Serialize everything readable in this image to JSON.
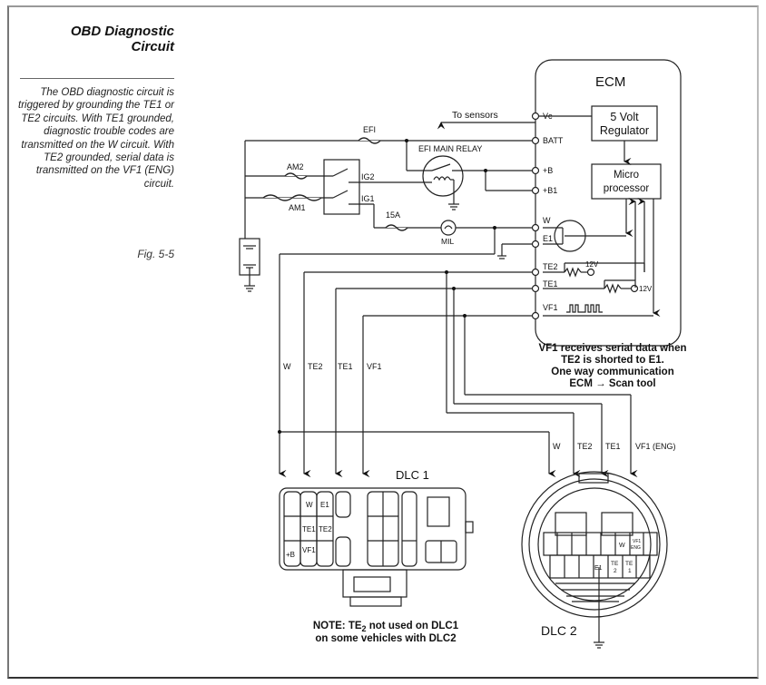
{
  "sidebar": {
    "title_line1": "OBD Diagnostic",
    "title_line2": "Circuit",
    "description": "The OBD diagnostic circuit is triggered by grounding the TE1 or TE2 circuits. With TE1 grounded, diagnostic trouble codes are transmitted on the W circuit. With TE2 grounded, serial data is transmitted on the VF1 (ENG) circuit.",
    "figure_label": "Fig. 5-5"
  },
  "ecm": {
    "title": "ECM",
    "regulator_line1": "5 Volt",
    "regulator_line2": "Regulator",
    "micro_line1": "Micro",
    "micro_line2": "processor",
    "pins": [
      "Vc",
      "BATT",
      "+B",
      "+B1",
      "W",
      "E1",
      "TE2",
      "TE1",
      "VF1"
    ],
    "pullup_te2": "12V",
    "pullup_te1": "12V"
  },
  "circuit": {
    "to_sensors": "To sensors",
    "efi_fuse": "EFI",
    "efi_relay": "EFI  MAIN RELAY",
    "am2": "AM2",
    "am1": "AM1",
    "ig2": "IG2",
    "ig1": "IG1",
    "fuse_15a": "15A",
    "mil": "MIL"
  },
  "vf1_note": {
    "line1": "VF1 receives serial data when",
    "line2": "TE2 is shorted to E1.",
    "line3": "One way communication",
    "line4": "ECM → Scan tool"
  },
  "wire_labels_dlc1": [
    "W",
    "TE2",
    "TE1",
    "VF1"
  ],
  "wire_labels_dlc2": [
    "W",
    "TE2",
    "TE1",
    "VF1 (ENG)"
  ],
  "dlc1": {
    "title": "DLC 1",
    "pins": {
      "w": "W",
      "e1": "E1",
      "te1": "TE1",
      "te2": "TE2",
      "vf1": "VF1",
      "plus_b": "+B"
    },
    "note_line1_a": "NOTE: TE",
    "note_line1_sub": "2",
    "note_line1_b": " not used on DLC1",
    "note_line2": "on some vehicles with DLC2"
  },
  "dlc2": {
    "title": "DLC 2",
    "pins": {
      "w": "W",
      "vf1_a": "VF1",
      "vf1_b": "ENG",
      "e1": "E1",
      "te2_a": "TE",
      "te2_b": "2",
      "te1_a": "TE",
      "te1_b": "1"
    }
  }
}
